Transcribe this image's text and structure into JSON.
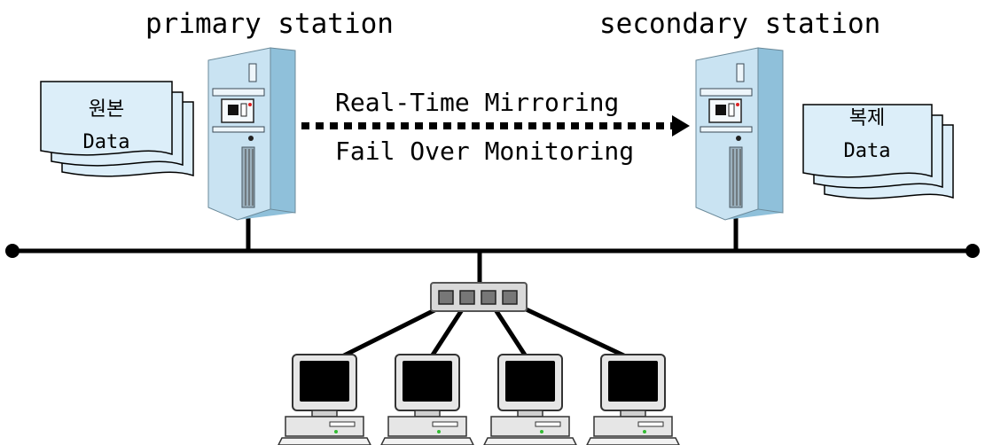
{
  "primary": {
    "title": "primary station",
    "doc_line1": "원본",
    "doc_line2": "Data"
  },
  "secondary": {
    "title": "secondary station",
    "doc_line1": "복제",
    "doc_line2": "Data"
  },
  "link": {
    "line1": "Real-Time Mirroring",
    "line2": "Fail Over Monitoring"
  },
  "clients": {
    "count": 4
  },
  "colors": {
    "server_face": "#c9e3f2",
    "server_side": "#8fc0da",
    "doc_fill": "#dceef9",
    "line": "#000000",
    "screen": "#000000",
    "monitor_body": "#e6e6e6"
  }
}
